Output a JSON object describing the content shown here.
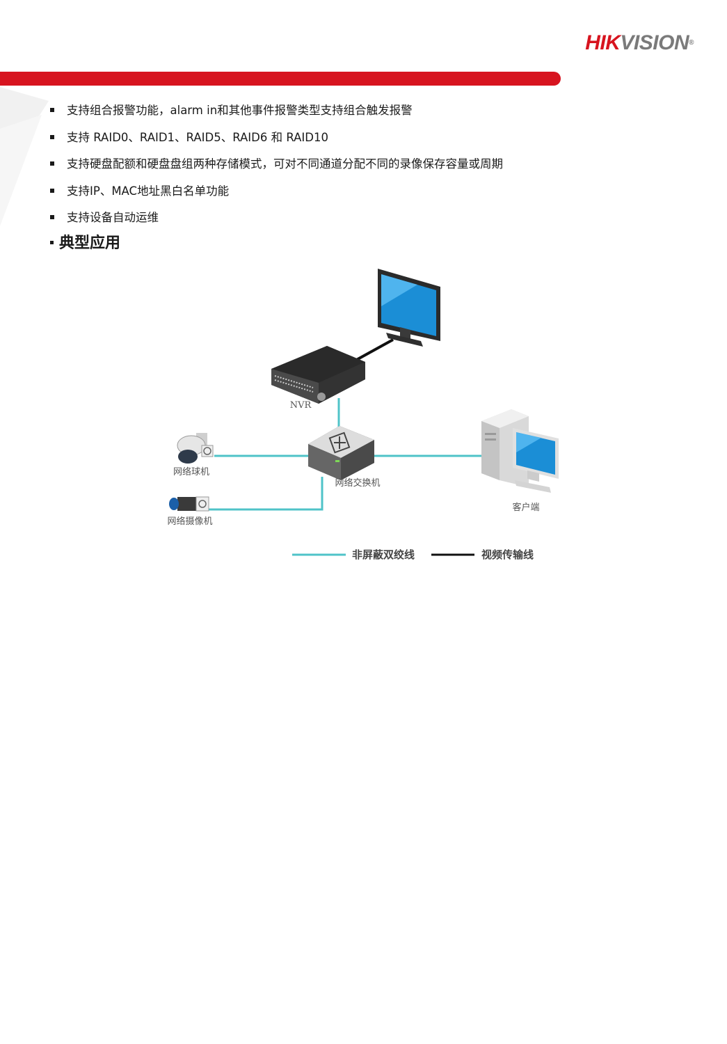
{
  "header": {
    "logo_hik": "HIK",
    "logo_vision": "VISION",
    "logo_reg": "®"
  },
  "features": [
    "支持组合报警功能，alarm in和其他事件报警类型支持组合触发报警",
    "支持  RAID0、RAID1、RAID5、RAID6  和  RAID10",
    "支持硬盘配额和硬盘盘组两种存储模式，可对不同通道分配不同的录像保存容量或周期",
    "支持IP、MAC地址黑白名单功能",
    "支持设备自动运维"
  ],
  "section_title": "典型应用",
  "diagram": {
    "nvr_label": "NVR",
    "switch_label": "网络交换机",
    "dome_label": "网络球机",
    "camera_label": "网络摄像机",
    "client_label": "客户端",
    "legend_utp": "非屏蔽双绞线",
    "legend_video": "视频传输线",
    "colors": {
      "utp_line": "#4fc3c8",
      "video_line": "#111111",
      "brand_red": "#d7141f"
    }
  }
}
